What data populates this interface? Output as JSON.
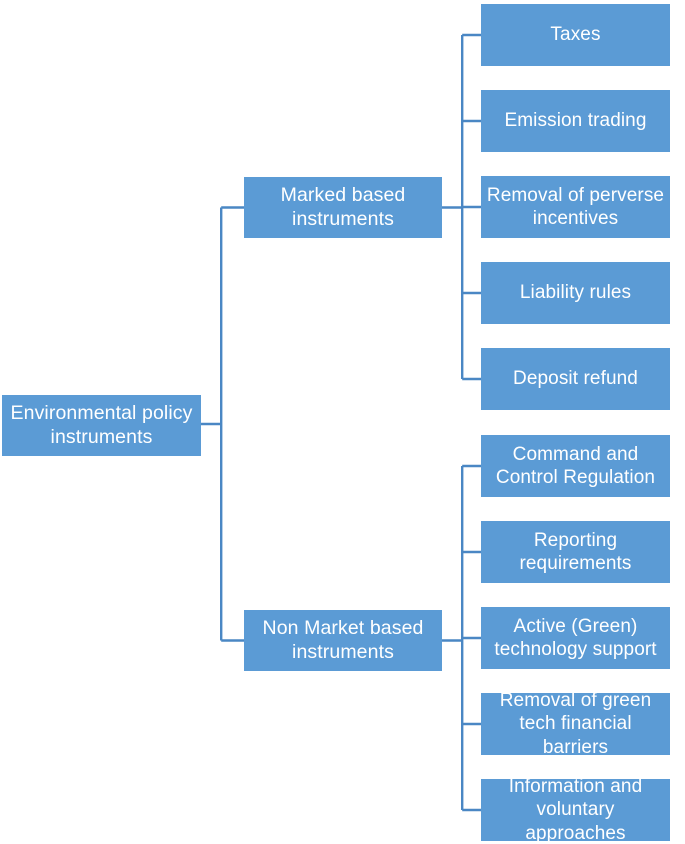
{
  "diagram": {
    "type": "tree",
    "orientation": "left-to-right",
    "colors": {
      "node_fill": "#5B9BD5",
      "node_text": "#FFFFFF",
      "connector_line": "#4A87C4",
      "background": "#FFFFFF"
    },
    "root": {
      "id": "root",
      "label": "Environmental policy instruments"
    },
    "branches": [
      {
        "id": "market-based",
        "label": "Marked based instruments",
        "children": [
          {
            "id": "taxes",
            "label": "Taxes"
          },
          {
            "id": "emission-trading",
            "label": "Emission trading"
          },
          {
            "id": "removal-perverse-incentives",
            "label": "Removal of perverse incentives"
          },
          {
            "id": "liability-rules",
            "label": "Liability rules"
          },
          {
            "id": "deposit-refund",
            "label": "Deposit refund"
          }
        ]
      },
      {
        "id": "non-market-based",
        "label": "Non Market based instruments",
        "children": [
          {
            "id": "command-control",
            "label": "Command and Control Regulation"
          },
          {
            "id": "reporting-requirements",
            "label": "Reporting requirements"
          },
          {
            "id": "active-green-tech-support",
            "label": "Active (Green) technology support"
          },
          {
            "id": "removal-green-tech-barriers",
            "label": "Removal of green tech financial barriers"
          },
          {
            "id": "information-voluntary",
            "label": "Information and voluntary approaches"
          }
        ]
      }
    ]
  }
}
